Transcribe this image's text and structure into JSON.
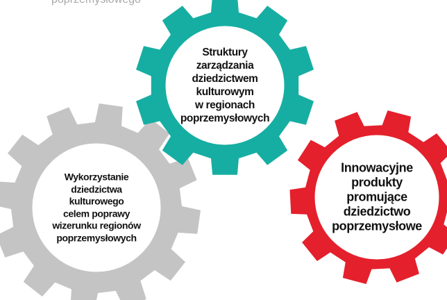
{
  "caption": "poprzemysłowego",
  "gears": [
    {
      "id": "teal",
      "color": "#16aea2",
      "lines": [
        "Struktury",
        "zarządzania",
        "dziedzictwem",
        "kulturowym",
        "w regionach",
        "poprzemysłowych"
      ]
    },
    {
      "id": "gray",
      "color": "#c4c4c4",
      "lines": [
        "Wykorzystanie",
        "dziedzictwa",
        "kulturowego",
        "celem poprawy",
        "wizerunku regionów",
        "poprzemysłowych"
      ]
    },
    {
      "id": "red",
      "color": "#e4202c",
      "lines": [
        "Innowacyjne",
        "produkty",
        "promujące",
        "dziedzictwo",
        "poprzemysłowe"
      ]
    }
  ]
}
